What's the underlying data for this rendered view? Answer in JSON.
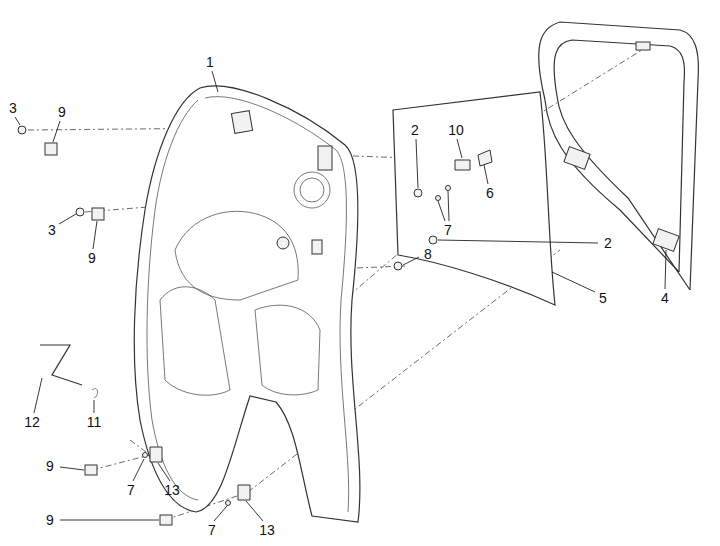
{
  "diagram": {
    "labels": [
      "1",
      "3",
      "9",
      "2",
      "10",
      "6",
      "3",
      "7",
      "2",
      "8",
      "9",
      "5",
      "4",
      "12",
      "11",
      "9",
      "7",
      "13",
      "9",
      "7",
      "13"
    ]
  }
}
